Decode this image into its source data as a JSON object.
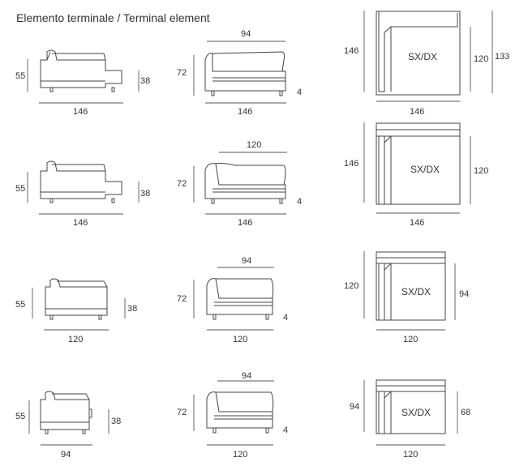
{
  "title": "Elemento terminale / Terminal element",
  "side_views": [
    {
      "height": "55",
      "arm": "38",
      "width": "146"
    },
    {
      "height": "55",
      "arm": "38",
      "width": "146"
    },
    {
      "height": "55",
      "arm": "38",
      "width": "120"
    },
    {
      "height": "55",
      "arm": "38",
      "width": "94"
    }
  ],
  "front_views": [
    {
      "top": "94",
      "height": "72",
      "width": "146",
      "foot": "4"
    },
    {
      "top": "120",
      "height": "72",
      "width": "146",
      "foot": "4"
    },
    {
      "top": "94",
      "height": "72",
      "width": "120",
      "foot": "4"
    },
    {
      "top": "94",
      "height": "72",
      "width": "120",
      "foot": "4"
    }
  ],
  "plan_views": [
    {
      "left": "146",
      "right": "120",
      "right2": "133",
      "bottom": "146",
      "label": "SX/DX"
    },
    {
      "left": "146",
      "right": "120",
      "bottom": "146",
      "label": "SX/DX"
    },
    {
      "left": "120",
      "right": "94",
      "bottom": "120",
      "label": "SX/DX"
    },
    {
      "left": "94",
      "right": "68",
      "bottom": "120",
      "label": "SX/DX"
    }
  ]
}
